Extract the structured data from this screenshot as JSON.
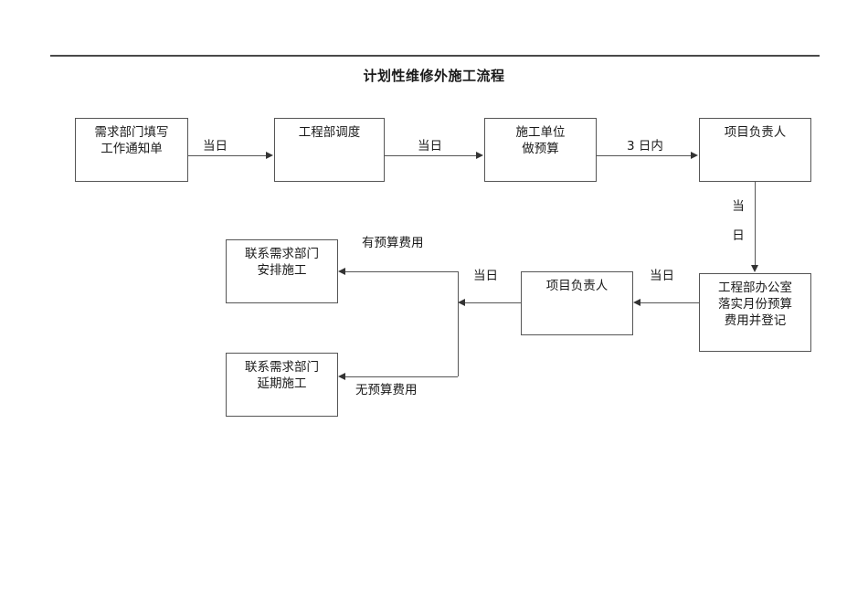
{
  "page": {
    "title": "计划性维修外施工流程"
  },
  "boxes": [
    {
      "id": "box-demand-dept-form",
      "lines": [
        "需求部门填写",
        "工作通知单"
      ]
    },
    {
      "id": "box-eng-dispatch",
      "lines": [
        "工程部调度"
      ]
    },
    {
      "id": "box-contractor-budget",
      "lines": [
        "施工单位",
        "做预算"
      ]
    },
    {
      "id": "box-project-manager-1",
      "lines": [
        "项目负责人"
      ]
    },
    {
      "id": "box-eng-office-budget",
      "lines": [
        "工程部办公室",
        "落实月份预算",
        "费用并登记"
      ]
    },
    {
      "id": "box-project-manager-2",
      "lines": [
        "项目负责人"
      ]
    },
    {
      "id": "box-contact-arrange",
      "lines": [
        "联系需求部门",
        "安排施工"
      ]
    },
    {
      "id": "box-contact-postpone",
      "lines": [
        "联系需求部门",
        "延期施工"
      ]
    }
  ],
  "labels": {
    "same_day_1": "当日",
    "same_day_2": "当日",
    "within_3_days": "3 日内",
    "same_day_vertical_1": "当",
    "same_day_vertical_2": "日",
    "same_day_3": "当日",
    "same_day_4": "当日",
    "has_budget": "有预算费用",
    "no_budget": "无预算费用"
  },
  "colors": {
    "line": "#555555",
    "arrow": "#333333",
    "text": "#1a1a1a",
    "rule": "#4a4a4a",
    "background": "#ffffff"
  }
}
